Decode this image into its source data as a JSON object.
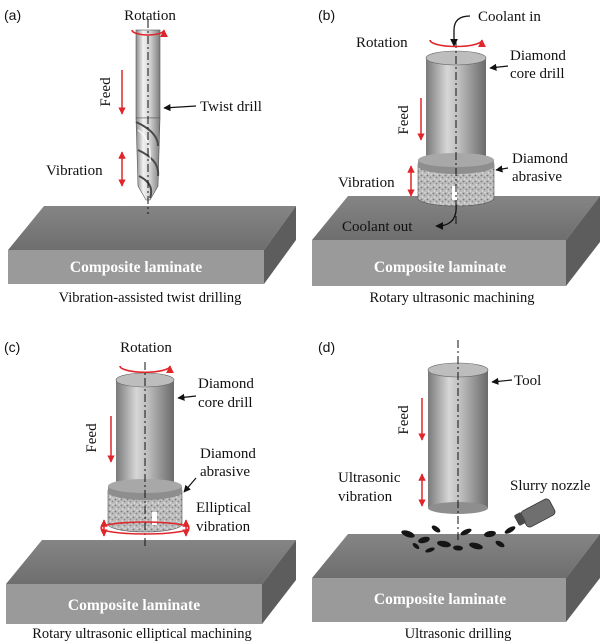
{
  "panels": [
    {
      "tag": "(a)",
      "labels": {
        "rotation": "Rotation",
        "feed": "Feed",
        "tool": "Twist drill",
        "vibration": "Vibration"
      },
      "slab": "Composite laminate",
      "caption": "Vibration-assisted twist drilling"
    },
    {
      "tag": "(b)",
      "labels": {
        "coolant_in": "Coolant in",
        "rotation": "Rotation",
        "tool": "Diamond core drill",
        "tool_line1": "Diamond",
        "tool_line2": "core drill",
        "feed": "Feed",
        "abrasive_line1": "Diamond",
        "abrasive_line2": "abrasive",
        "vibration": "Vibration",
        "coolant_out": "Coolant out"
      },
      "slab": "Composite laminate",
      "caption": "Rotary ultrasonic machining"
    },
    {
      "tag": "(c)",
      "labels": {
        "rotation": "Rotation",
        "tool_line1": "Diamond",
        "tool_line2": "core drill",
        "feed": "Feed",
        "abrasive_line1": "Diamond",
        "abrasive_line2": "abrasive",
        "vibration_line1": "Elliptical",
        "vibration_line2": "vibration"
      },
      "slab": "Composite laminate",
      "caption": "Rotary ultrasonic elliptical machining"
    },
    {
      "tag": "(d)",
      "labels": {
        "tool": "Tool",
        "feed": "Feed",
        "vibration_line1": "Ultrasonic",
        "vibration_line2": "vibration",
        "nozzle": "Slurry nozzle"
      },
      "slab": "Composite laminate",
      "caption": "Ultrasonic drilling"
    }
  ],
  "colors": {
    "arrow_red": "#e0262b",
    "slab_top": "#7b7b7b",
    "slab_front": "#9c9c9c",
    "slab_side": "#5e5e5e",
    "tool_light": "#c9c9c9",
    "tool_dark": "#6f6f6f"
  },
  "icons": [
    "rotation-arrow-icon",
    "feed-arrow-icon",
    "vibration-arrow-icon",
    "pointer-arrow-icon",
    "slurry-nozzle-icon"
  ]
}
